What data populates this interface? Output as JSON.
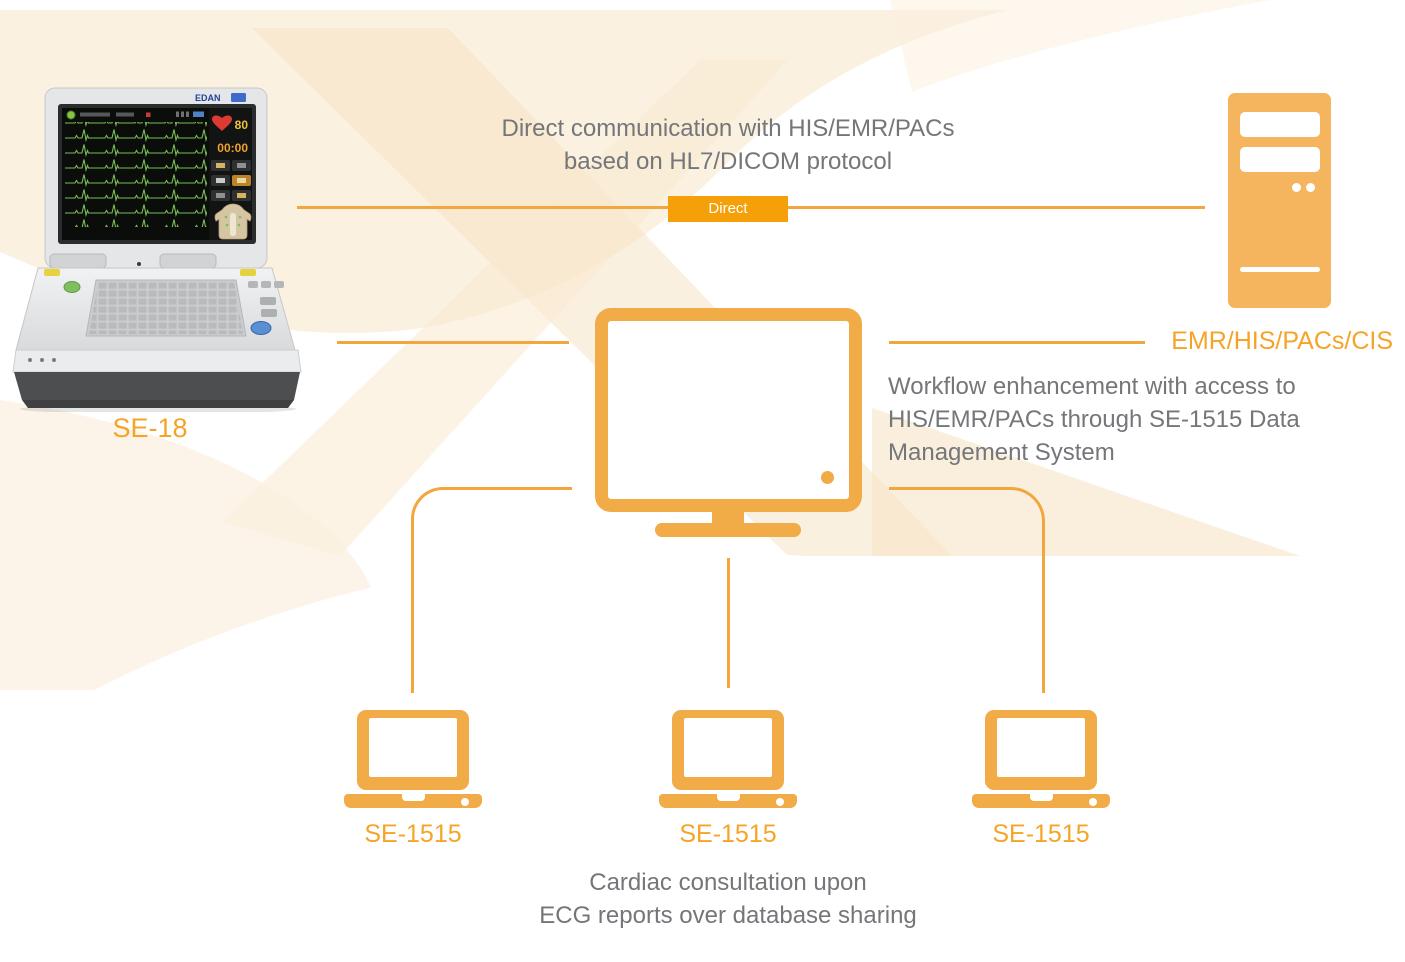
{
  "title": "SE-18 ECG connectivity diagram",
  "colors": {
    "icon_orange": "#F1AB47",
    "tower_orange": "#F4B55E",
    "line_orange": "#F2A73E",
    "badge_orange": "#F5A008",
    "label_orange": "#F5A427",
    "text_gray": "#74767A"
  },
  "device": {
    "label": "SE-18",
    "brand": "EDAN",
    "screen": {
      "heart_rate": "80",
      "timer": "00:00"
    }
  },
  "direct_flow": {
    "caption_line1": "Direct communication with HIS/EMR/PACs",
    "caption_line2": "based on HL7/DICOM protocol",
    "badge": "Direct"
  },
  "server": {
    "label": "EMR/HIS/PACs/CIS"
  },
  "workflow": {
    "line1": "Workflow enhancement with access to",
    "line2": "HIS/EMR/PACs through SE-1515 Data",
    "line3": "Management System"
  },
  "laptops": [
    {
      "label": "SE-1515"
    },
    {
      "label": "SE-1515"
    },
    {
      "label": "SE-1515"
    }
  ],
  "bottom_caption": {
    "line1": "Cardiac consultation upon",
    "line2": "ECG reports over database sharing"
  }
}
